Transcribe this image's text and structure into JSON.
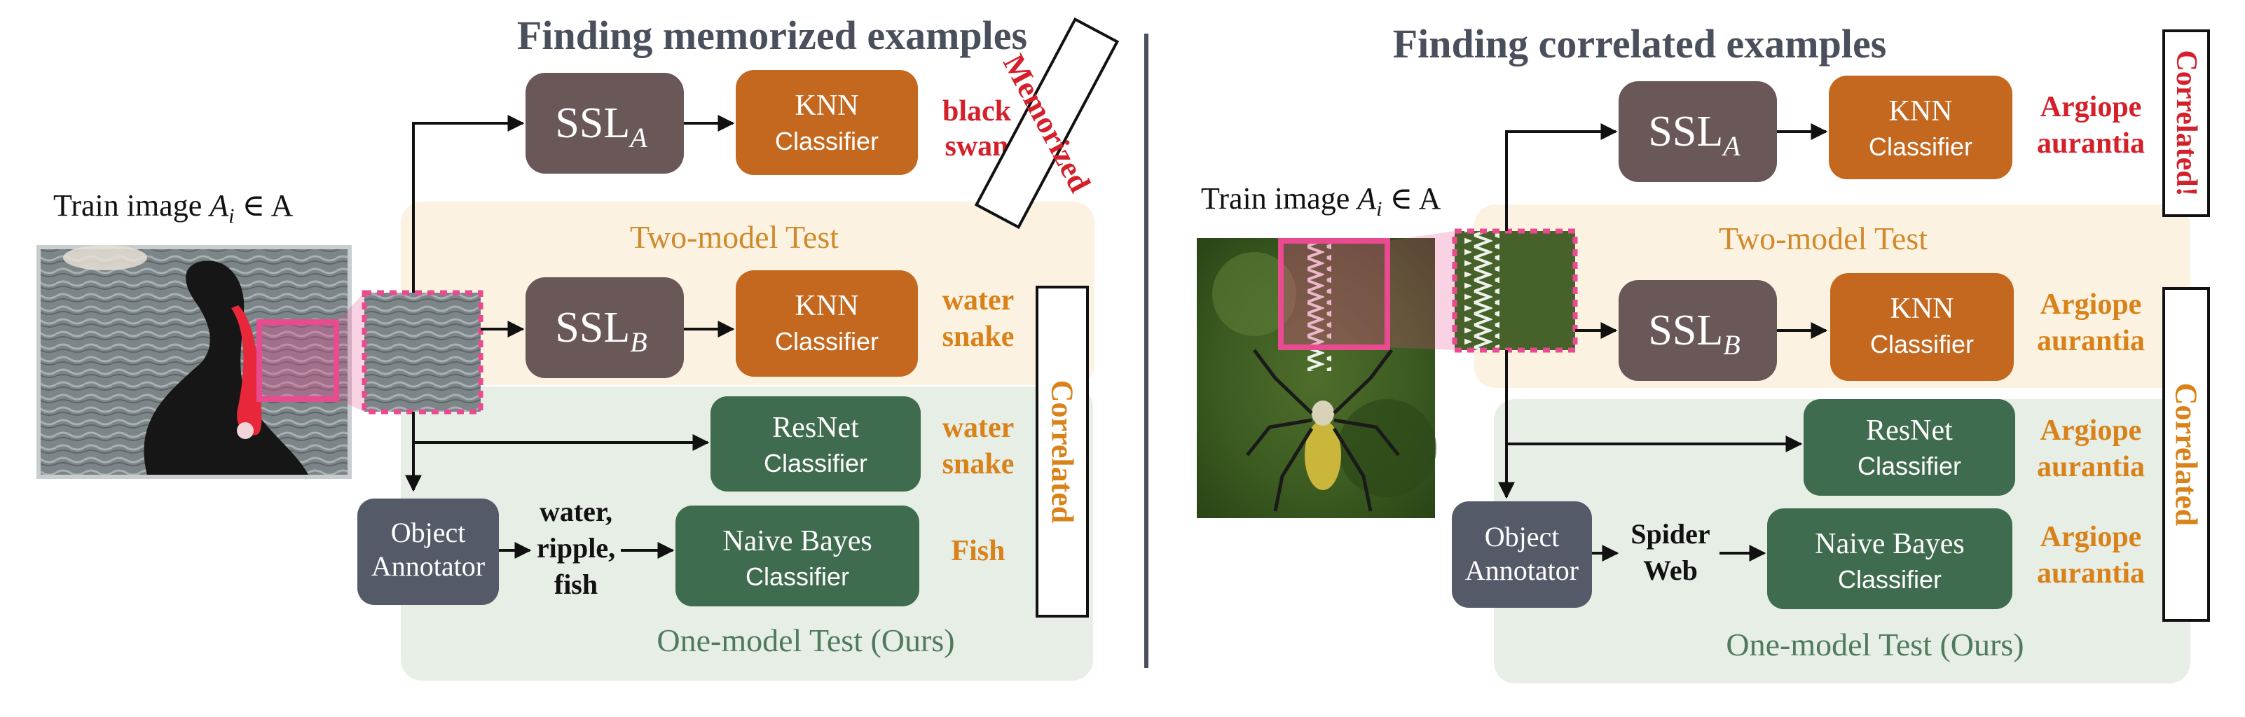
{
  "left": {
    "title": "Finding memorized examples",
    "train_label_prefix": "Train image ",
    "train_label_var": "A",
    "train_label_sub": "i",
    "train_label_suffix": " ∈ A",
    "ssl_a": {
      "base": "SSL",
      "sub": "A"
    },
    "ssl_b": {
      "base": "SSL",
      "sub": "B"
    },
    "knn_a": [
      "KNN",
      "Classifier"
    ],
    "knn_b": [
      "KNN",
      "Classifier"
    ],
    "resnet": [
      "ResNet",
      "Classifier"
    ],
    "bayes": [
      "Naive Bayes",
      "Classifier"
    ],
    "annotator": [
      "Object",
      "Annotator"
    ],
    "annotations": [
      "water,",
      "ripple,",
      "fish"
    ],
    "pred_a": [
      "black",
      "swan"
    ],
    "pred_b": [
      "water",
      "snake"
    ],
    "pred_resnet": [
      "water",
      "snake"
    ],
    "pred_bayes": [
      "Fish"
    ],
    "badge_top": "Memorized",
    "badge_bottom": "Correlated",
    "two_model": "Two-model Test",
    "one_model": "One-model Test (Ours)"
  },
  "right": {
    "title": "Finding correlated examples",
    "train_label_prefix": "Train image ",
    "train_label_var": "A",
    "train_label_sub": "i",
    "train_label_suffix": " ∈ A",
    "ssl_a": {
      "base": "SSL",
      "sub": "A"
    },
    "ssl_b": {
      "base": "SSL",
      "sub": "B"
    },
    "knn_a": [
      "KNN",
      "Classifier"
    ],
    "knn_b": [
      "KNN",
      "Classifier"
    ],
    "resnet": [
      "ResNet",
      "Classifier"
    ],
    "bayes": [
      "Naive Bayes",
      "Classifier"
    ],
    "annotator": [
      "Object",
      "Annotator"
    ],
    "annotations": [
      "Spider",
      "Web"
    ],
    "pred_a": [
      "Argiope",
      "aurantia"
    ],
    "pred_b": [
      "Argiope",
      "aurantia"
    ],
    "pred_resnet": [
      "Argiope",
      "aurantia"
    ],
    "pred_bayes": [
      "Argiope",
      "aurantia"
    ],
    "badge_top": "Correlated!",
    "badge_bottom": "Correlated",
    "two_model": "Two-model Test",
    "one_model": "One-model Test (Ours)"
  },
  "colors": {
    "title": "#4a4f5c",
    "ssl": "#6a5758",
    "knn": "#c4681f",
    "green_box": "#3f6b4e",
    "annotator": "#545a68",
    "two_model_bg": "#fbf2e1",
    "one_model_bg": "#e6eee6",
    "two_model_text": "#d08a2c",
    "one_model_text": "#4f7a5c",
    "pred_red": "#d4202a",
    "pred_orange": "#d98219",
    "highlight": "#e84b8f",
    "divider": "#4a4f5c"
  }
}
